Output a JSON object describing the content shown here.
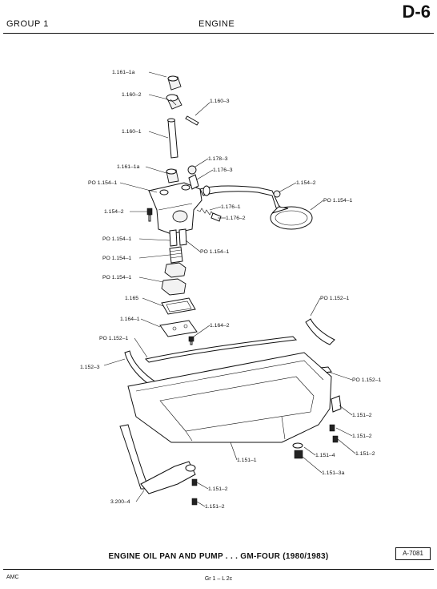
{
  "header": {
    "group": "GROUP 1",
    "title": "ENGINE",
    "page_code": "D-6"
  },
  "labels": [
    {
      "id": "l1",
      "text": "1.161–1a"
    },
    {
      "id": "l2",
      "text": "1.160–2"
    },
    {
      "id": "l3",
      "text": "1.160–3"
    },
    {
      "id": "l4",
      "text": "1.160–1"
    },
    {
      "id": "l5",
      "text": "1.178–3"
    },
    {
      "id": "l6",
      "text": "1.161–1a"
    },
    {
      "id": "l7",
      "text": "1.176–3"
    },
    {
      "id": "l8",
      "text": "PO 1.154–1"
    },
    {
      "id": "l9",
      "text": "1.154–2"
    },
    {
      "id": "l10",
      "text": "PO 1.154–1"
    },
    {
      "id": "l11",
      "text": "1.154–2"
    },
    {
      "id": "l12",
      "text": "1.176–1"
    },
    {
      "id": "l13",
      "text": "1.176–2"
    },
    {
      "id": "l14",
      "text": "PO 1.154–1"
    },
    {
      "id": "l15",
      "text": "PO 1.154–1"
    },
    {
      "id": "l16",
      "text": "PO 1.154–1"
    },
    {
      "id": "l17",
      "text": "PO 1.154–1"
    },
    {
      "id": "l18",
      "text": "1.165"
    },
    {
      "id": "l19",
      "text": "PO 1.152–1"
    },
    {
      "id": "l20",
      "text": "1.164–1"
    },
    {
      "id": "l21",
      "text": "1.164–2"
    },
    {
      "id": "l22",
      "text": "PO 1.152–1"
    },
    {
      "id": "l23",
      "text": "1.152–3"
    },
    {
      "id": "l24",
      "text": "PO 1.152–1"
    },
    {
      "id": "l25",
      "text": "1.151–2"
    },
    {
      "id": "l26",
      "text": "1.151–2"
    },
    {
      "id": "l27",
      "text": "1.151–2"
    },
    {
      "id": "l28",
      "text": "1.151–1"
    },
    {
      "id": "l29",
      "text": "1.151–4"
    },
    {
      "id": "l30",
      "text": "1.151–3a"
    },
    {
      "id": "l31",
      "text": "1.151–2"
    },
    {
      "id": "l32",
      "text": "3.200–4"
    },
    {
      "id": "l33",
      "text": "1.151–2"
    }
  ],
  "caption": "ENGINE OIL PAN AND PUMP . . . GM-FOUR (1980/1983)",
  "reference_box": "A-7081",
  "footer": {
    "left": "AMC",
    "center": "Gr 1 – L 2c"
  }
}
